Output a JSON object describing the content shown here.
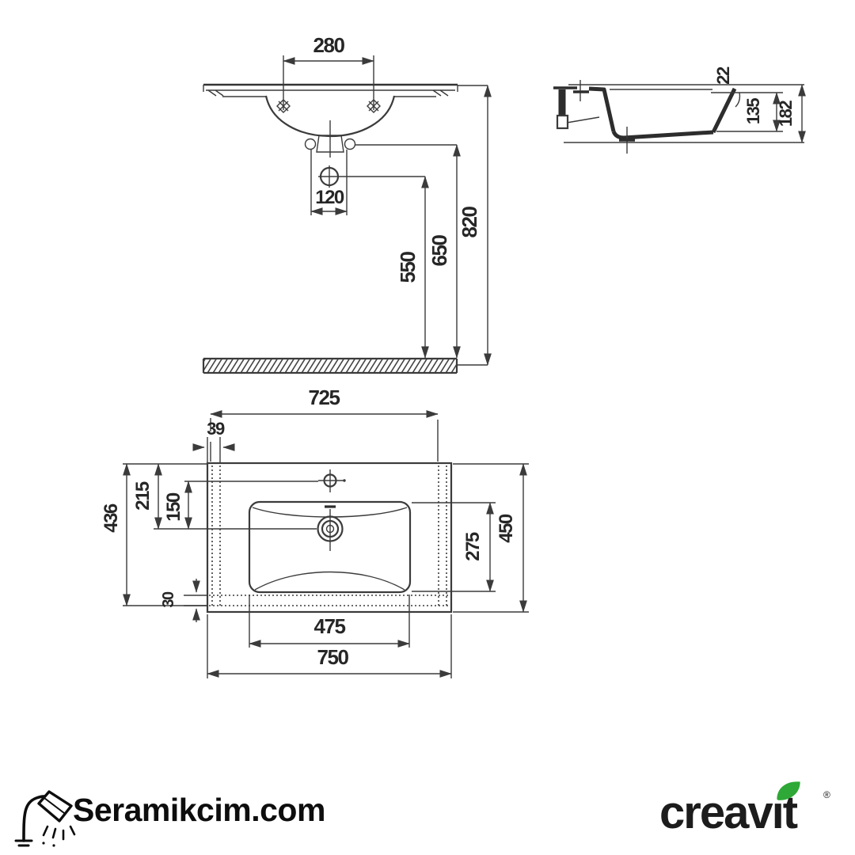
{
  "colors": {
    "line": "#3b3b3b",
    "text": "#262626",
    "leaf_green": "#2ea836",
    "logo_black": "#111111"
  },
  "front_view": {
    "hole_spacing": "280",
    "drain_width": "120",
    "drain_height": "550",
    "fixing_height": "650",
    "rim_height": "820"
  },
  "side_view": {
    "rim_thickness": "22",
    "basin_depth": "135",
    "total_depth": "182"
  },
  "top_view": {
    "inner_width": "725",
    "side_offset": "39",
    "tap_setback": "215",
    "tap_to_drain": "150",
    "cabinet_depth": "436",
    "front_gap": "30",
    "bowl_depth": "275",
    "total_depth": "450",
    "bowl_width": "475",
    "total_width": "750"
  },
  "footer": {
    "site_name": "Seramikcim.com",
    "brand": "creavıt",
    "registered": "®"
  }
}
